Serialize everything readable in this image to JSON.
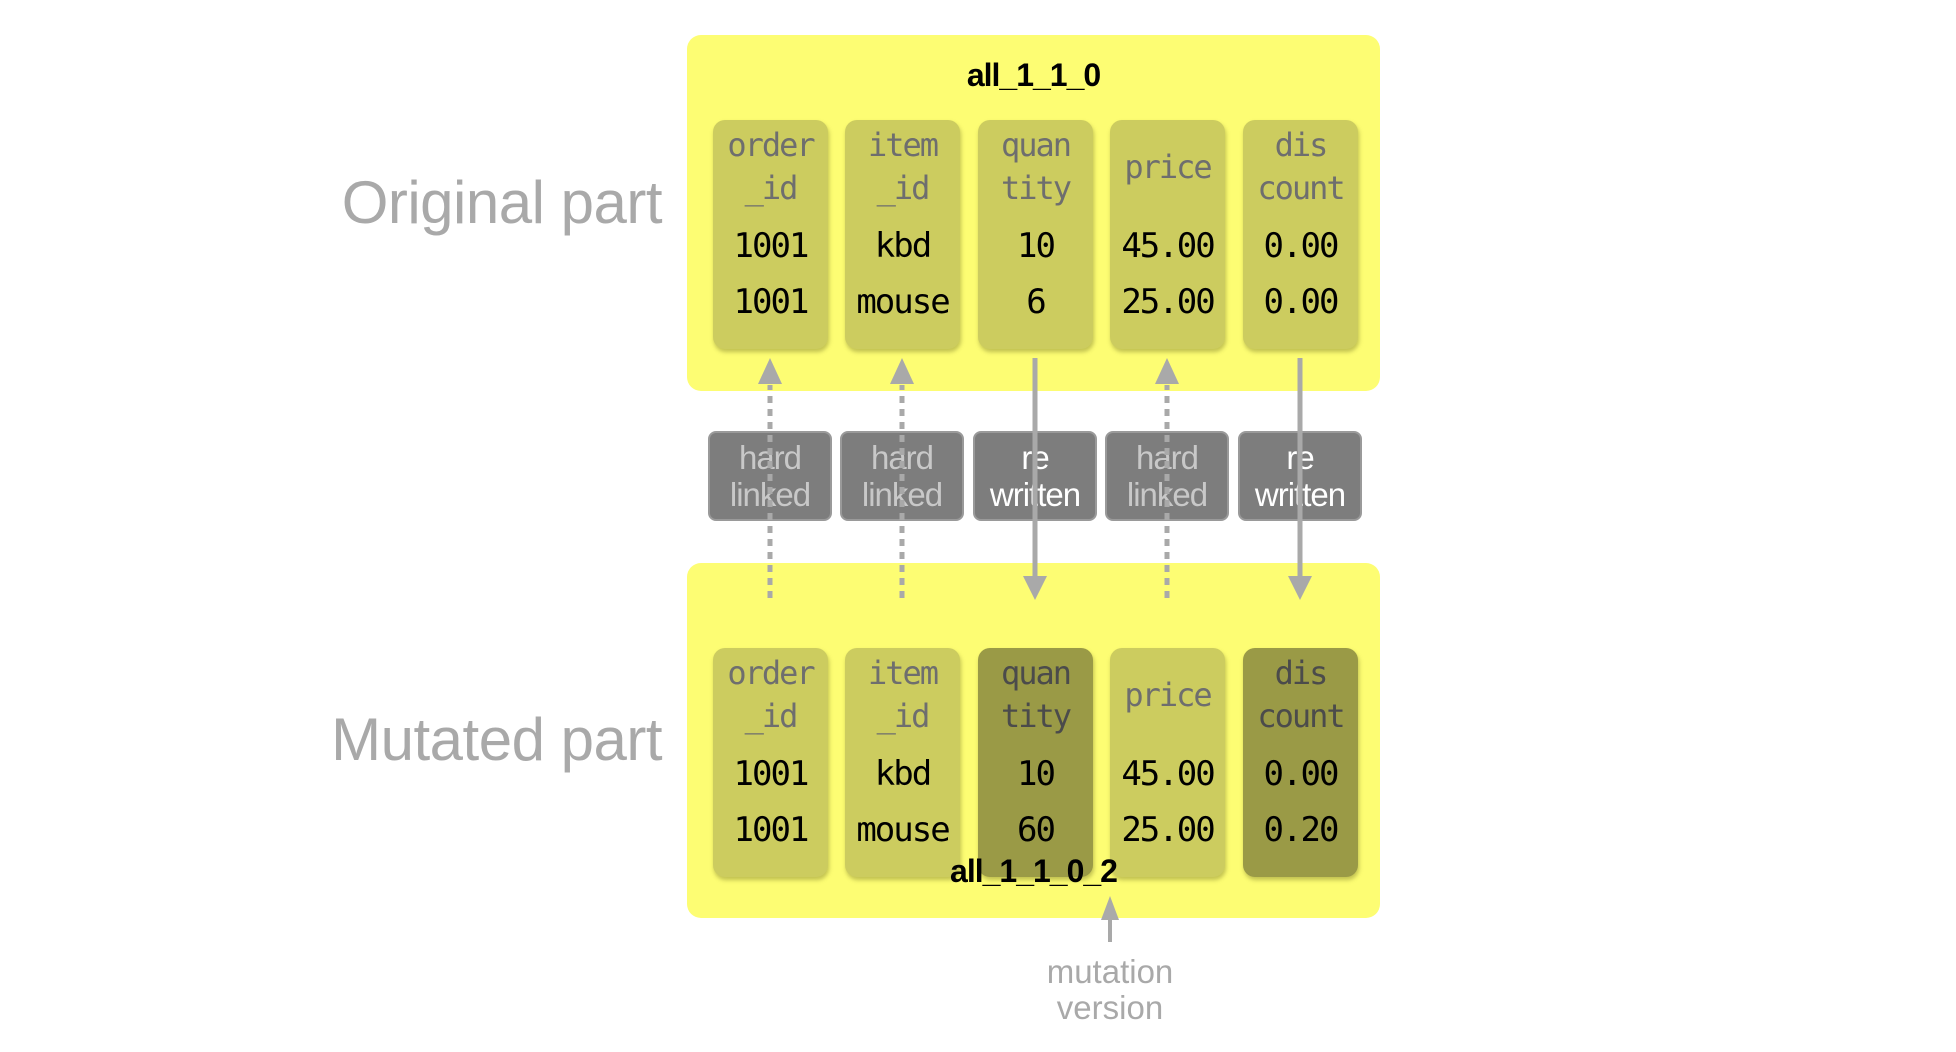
{
  "labels": {
    "original": "Original part",
    "mutated": "Mutated part"
  },
  "original_part": {
    "name": "all_1_1_0",
    "columns": [
      {
        "header": "order\n_id",
        "values": [
          "1001",
          "1001"
        ],
        "state": "normal"
      },
      {
        "header": "item\n_id",
        "values": [
          "kbd",
          "mouse"
        ],
        "state": "normal"
      },
      {
        "header": "quan\ntity",
        "values": [
          "10",
          "6"
        ],
        "state": "normal"
      },
      {
        "header": "price",
        "values": [
          "45.00",
          "25.00"
        ],
        "state": "normal"
      },
      {
        "header": "dis\ncount",
        "values": [
          "0.00",
          "0.00"
        ],
        "state": "normal"
      }
    ]
  },
  "mutated_part": {
    "name": "all_1_1_0_2",
    "columns": [
      {
        "header": "order\n_id",
        "values": [
          "1001",
          "1001"
        ],
        "state": "hard_linked"
      },
      {
        "header": "item\n_id",
        "values": [
          "kbd",
          "mouse"
        ],
        "state": "hard_linked"
      },
      {
        "header": "quan\ntity",
        "values": [
          "10",
          "60"
        ],
        "state": "rewritten"
      },
      {
        "header": "price",
        "values": [
          "45.00",
          "25.00"
        ],
        "state": "hard_linked"
      },
      {
        "header": "dis\ncount",
        "values": [
          "0.00",
          "0.20"
        ],
        "state": "rewritten"
      }
    ]
  },
  "relations": [
    {
      "line1": "hard",
      "line2": "linked",
      "type": "hard"
    },
    {
      "line1": "hard",
      "line2": "linked",
      "type": "hard"
    },
    {
      "line1": "re",
      "line2": "written",
      "type": "re"
    },
    {
      "line1": "hard",
      "line2": "linked",
      "type": "hard"
    },
    {
      "line1": "re",
      "line2": "written",
      "type": "re"
    }
  ],
  "annotation": {
    "line1": "mutation",
    "line2": "version"
  },
  "colors": {
    "part_background": "#fdfd73",
    "column_normal": "#cccc5f",
    "column_rewritten": "#9a9a46",
    "tag_background": "#7d7d7d",
    "arrow": "#a9a9a9",
    "label_text": "#a9a9a9"
  }
}
